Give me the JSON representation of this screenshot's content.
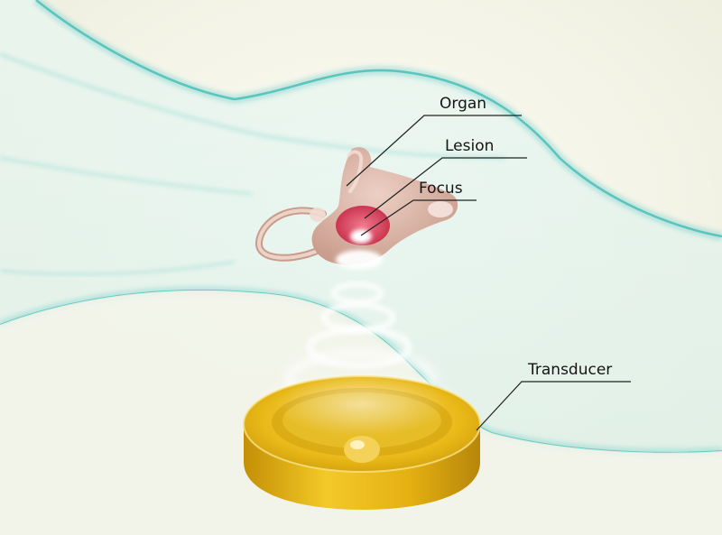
{
  "labels": {
    "organ": "Organ",
    "lesion": "Lesion",
    "focus": "Focus",
    "transducer": "Transducer"
  },
  "colors": {
    "background": "#f3f3e8",
    "body_outline": "#5ec9c4",
    "body_fill": "#dff3ee",
    "organ": "#d9b3a6",
    "lesion": "#d8445d",
    "transducer": "#e8b80e",
    "leader_line": "#222222"
  }
}
